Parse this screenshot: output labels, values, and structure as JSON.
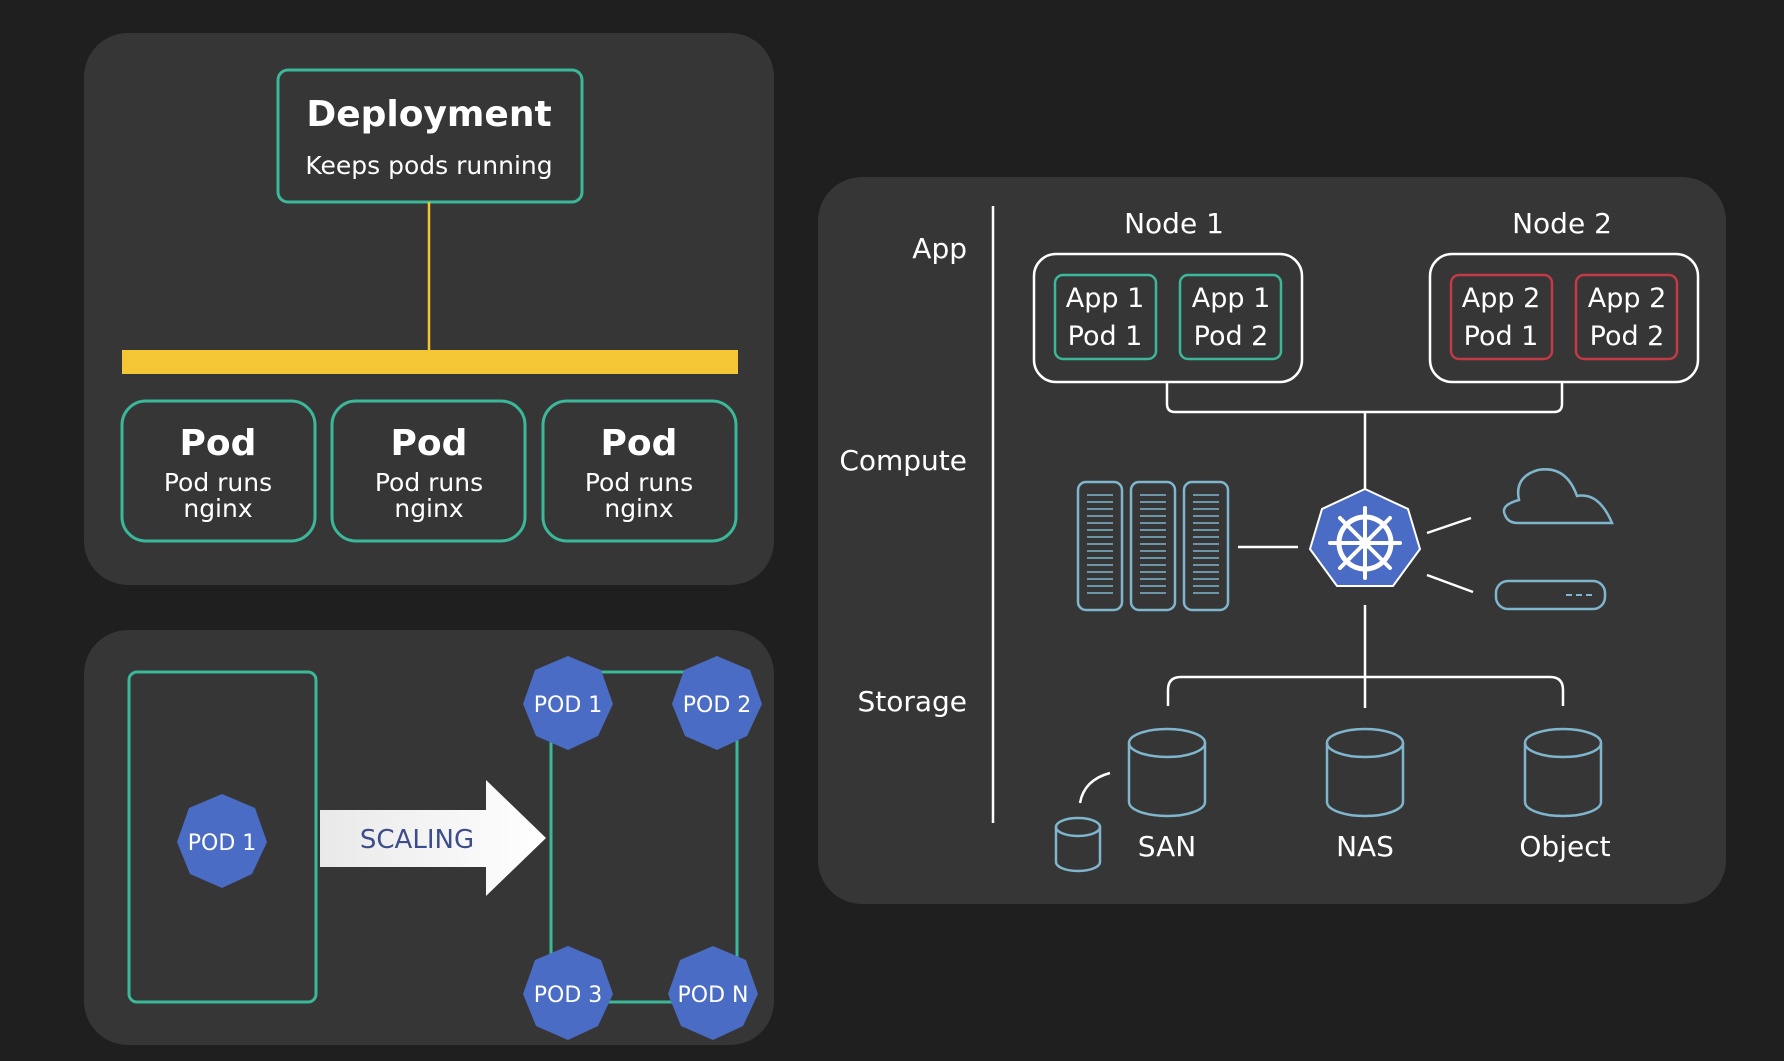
{
  "colors": {
    "background": "#1f1f1f",
    "panel": "#363636",
    "teal": "#3bb79a",
    "yellow": "#f4c534",
    "red": "#c23a45",
    "k8s_blue": "#4b6cc5",
    "light_blue": "#7fb6ce",
    "text": "#ffffff",
    "scaling_text": "#3c4d8a"
  },
  "deployment": {
    "title": "Deployment",
    "subtitle": "Keeps pods running",
    "pods": [
      {
        "title": "Pod",
        "line1": "Pod runs",
        "line2": "nginx"
      },
      {
        "title": "Pod",
        "line1": "Pod runs",
        "line2": "nginx"
      },
      {
        "title": "Pod",
        "line1": "Pod runs",
        "line2": "nginx"
      }
    ]
  },
  "scaling": {
    "source_pod": "POD 1",
    "arrow_label": "SCALING",
    "pods": [
      "POD 1",
      "POD 2",
      "POD 3",
      "POD N"
    ]
  },
  "architecture": {
    "layers": [
      "App",
      "Compute",
      "Storage"
    ],
    "node1": {
      "label": "Node 1",
      "pods": [
        {
          "line1": "App 1",
          "line2": "Pod 1"
        },
        {
          "line1": "App 1",
          "line2": "Pod 2"
        }
      ]
    },
    "node2": {
      "label": "Node 2",
      "pods": [
        {
          "line1": "App 2",
          "line2": "Pod 1"
        },
        {
          "line1": "App 2",
          "line2": "Pod 2"
        }
      ]
    },
    "compute_icons": [
      "server-rack-icon",
      "kubernetes-icon",
      "cloud-icon",
      "network-switch-icon"
    ],
    "storage": [
      "SAN",
      "NAS",
      "Object"
    ]
  }
}
